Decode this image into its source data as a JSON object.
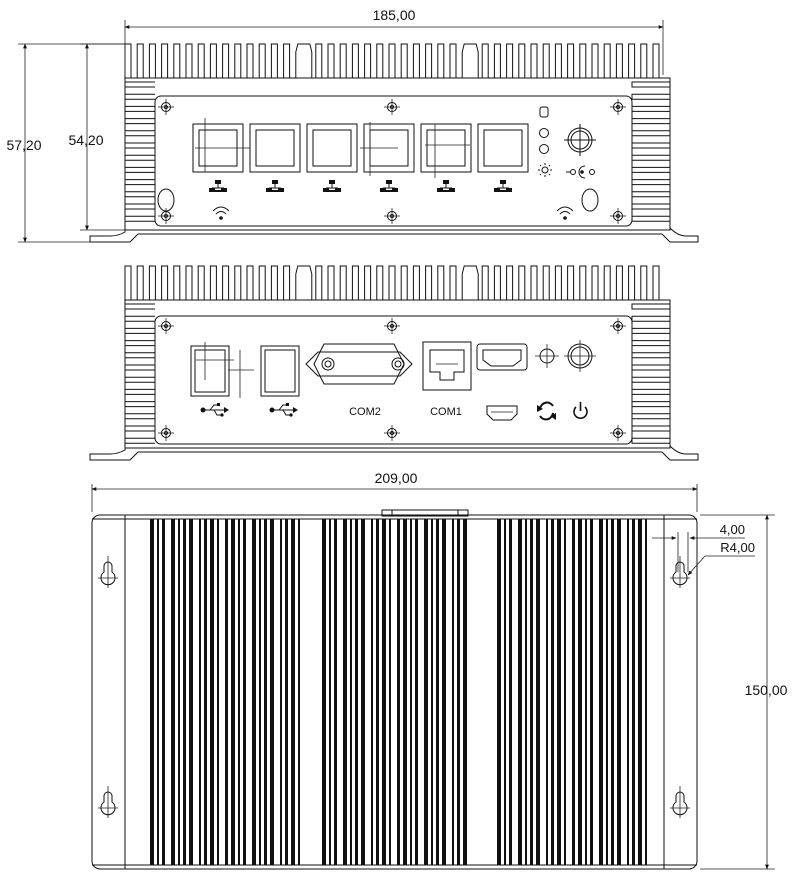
{
  "dimensions": {
    "front_width": "185,00",
    "total_height": "57,20",
    "body_height": "54,20",
    "depth_width": "209,00",
    "slot_width": "4,00",
    "slot_radius": "R4,00",
    "depth_height": "150,00"
  },
  "rear_panel": {
    "com2_label": "COM2",
    "com1_label": "COM1"
  },
  "icons": {
    "front_lan": "ethernet-icon",
    "front_wifi": "wifi-icon",
    "front_hdd": "hdd-led-icon",
    "front_power_led": "power-led-icon",
    "front_dc": "dc-power-icon",
    "rear_usb": "usb-icon",
    "rear_hdmi": "hdmi-icon",
    "rear_reset": "reset-icon",
    "rear_power": "power-button-icon"
  }
}
